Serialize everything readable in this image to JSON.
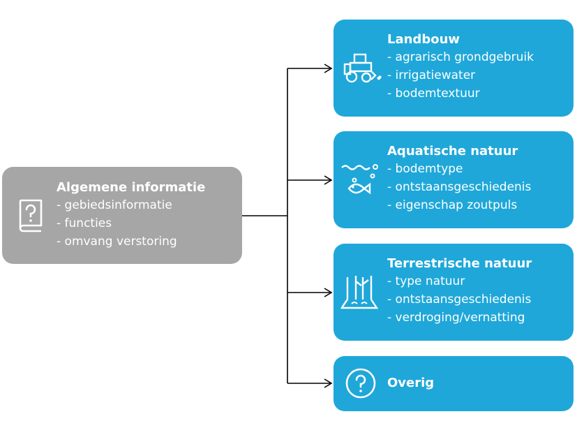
{
  "general": {
    "title": "Algemene informatie",
    "items": [
      "- gebiedsinformatie",
      "- functies",
      "- omvang verstoring"
    ],
    "icon": "book-question-icon",
    "color": "#a6a6a6"
  },
  "categories": [
    {
      "title": "Landbouw",
      "items": [
        "- agrarisch grondgebruik",
        "- irrigatiewater",
        "- bodemtextuur"
      ],
      "icon": "tractor-icon"
    },
    {
      "title": "Aquatische natuur",
      "items": [
        "- bodemtype",
        "- ontstaansgeschiedenis",
        "- eigenschap zoutpuls"
      ],
      "icon": "fish-water-icon"
    },
    {
      "title": "Terrestrische natuur",
      "items": [
        "- type natuur",
        "- ontstaansgeschiedenis",
        "- verdroging/vernatting"
      ],
      "icon": "tree-stump-icon"
    },
    {
      "title": "Overig",
      "items": [],
      "icon": "question-circle-icon"
    }
  ],
  "colors": {
    "category": "#1fa7d9",
    "connector": "#000000"
  }
}
